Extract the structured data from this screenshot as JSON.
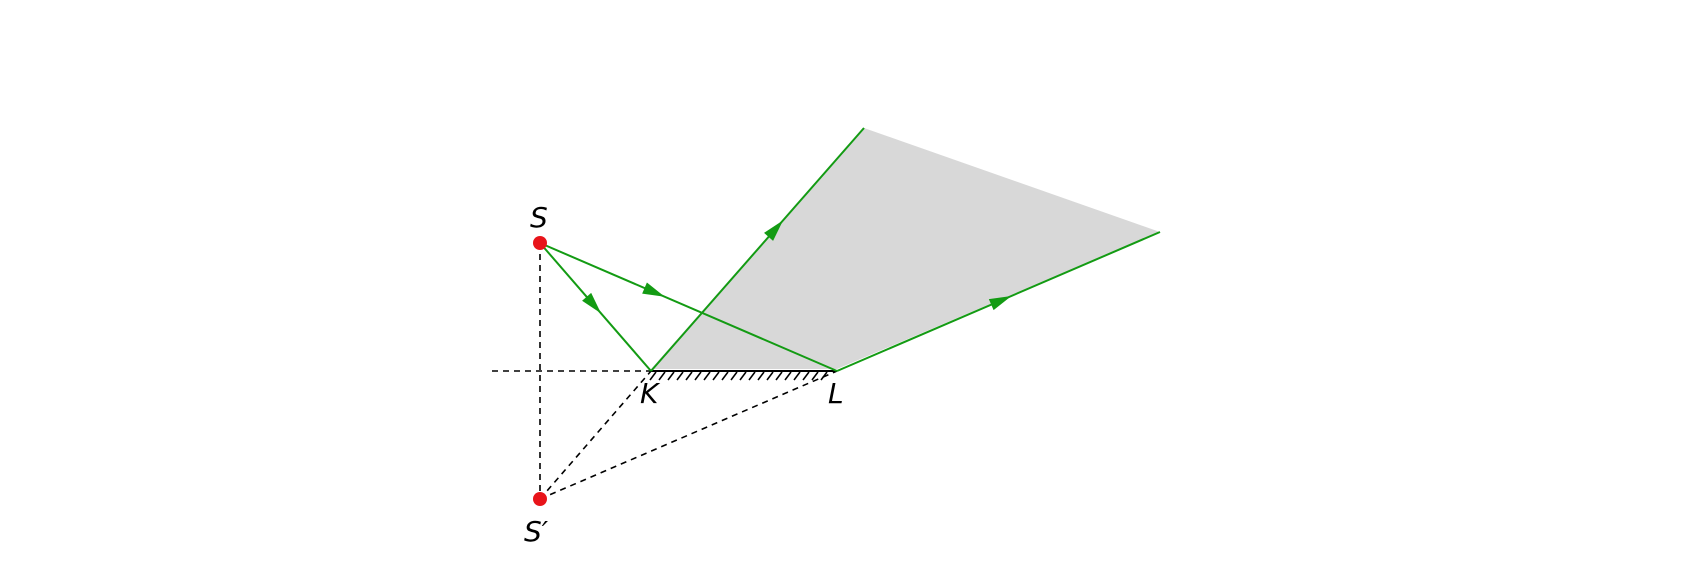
{
  "diagram": {
    "labels": {
      "source": "S",
      "image": "S′",
      "mirror_left": "K",
      "mirror_right": "L"
    },
    "colors": {
      "ray": "#139b13",
      "point": "#e8141a",
      "shade": "#d8d8d8",
      "line": "#000000"
    }
  }
}
